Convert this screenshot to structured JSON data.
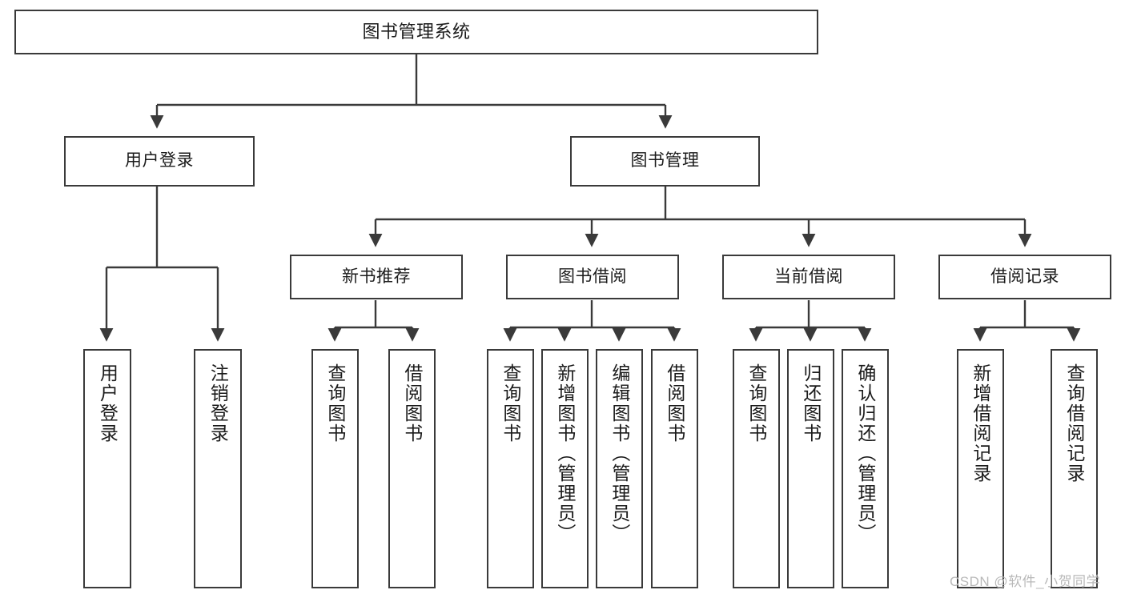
{
  "diagram": {
    "type": "tree-hierarchy-chart",
    "title": "图书管理系统",
    "stroke_color": "#3a3a3a",
    "background_color": "#ffffff",
    "nodes": {
      "root": {
        "label": "图书管理系统"
      },
      "level2": [
        {
          "id": "user-login",
          "label": "用户登录"
        },
        {
          "id": "book-management",
          "label": "图书管理"
        }
      ],
      "level3": [
        {
          "id": "new-book-recommend",
          "label": "新书推荐"
        },
        {
          "id": "book-borrow",
          "label": "图书借阅"
        },
        {
          "id": "current-borrow",
          "label": "当前借阅"
        },
        {
          "id": "borrow-record",
          "label": "借阅记录"
        }
      ],
      "leaves": [
        {
          "id": "leaf-user-login",
          "label": "用户登录"
        },
        {
          "id": "leaf-logout-login",
          "label": "注销登录"
        },
        {
          "id": "leaf-query-book-1",
          "label": "查询图书"
        },
        {
          "id": "leaf-borrow-book-1",
          "label": "借阅图书"
        },
        {
          "id": "leaf-query-book-2",
          "label": "查询图书"
        },
        {
          "id": "leaf-add-book",
          "label": "新增图书（管理员）"
        },
        {
          "id": "leaf-edit-book",
          "label": "编辑图书（管理员）"
        },
        {
          "id": "leaf-borrow-book-2",
          "label": "借阅图书"
        },
        {
          "id": "leaf-query-book-3",
          "label": "查询图书"
        },
        {
          "id": "leaf-return-book",
          "label": "归还图书"
        },
        {
          "id": "leaf-confirm-return",
          "label": "确认归还（管理员）"
        },
        {
          "id": "leaf-add-borrow-record",
          "label": "新增借阅记录"
        },
        {
          "id": "leaf-query-borrow-record",
          "label": "查询借阅记录"
        }
      ]
    }
  },
  "watermark": {
    "text": "CSDN @软件_小贺同学"
  }
}
